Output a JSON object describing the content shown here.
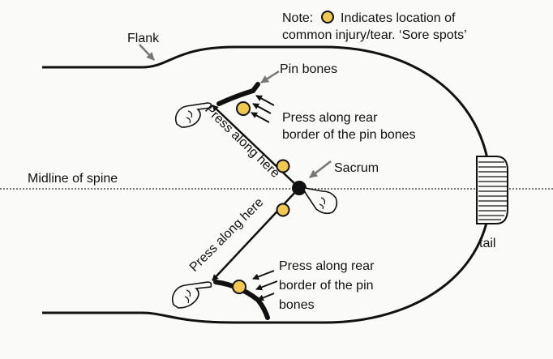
{
  "note": {
    "line1": "Note:",
    "line1_rest": "Indicates location of",
    "line2": "common injury/tear. ‘Sore spots’"
  },
  "labels": {
    "flank": "Flank",
    "pin_bones": "Pin bones",
    "press_upper_1": "Press along rear",
    "press_upper_2": "border of the pin bones",
    "sacrum": "Sacrum",
    "midline": "Midline of spine",
    "tail": "tail",
    "press_here_upper": "Press along here",
    "press_here_lower": "Press along here",
    "press_lower_1": "Press along rear",
    "press_lower_2": "border of the pin",
    "press_lower_3": "bones"
  },
  "colors": {
    "sore_spot": "#f2c94c",
    "outline": "#111111"
  },
  "icons": [
    "pointing-hand-icon",
    "arrow-icon",
    "sore-spot-icon"
  ]
}
